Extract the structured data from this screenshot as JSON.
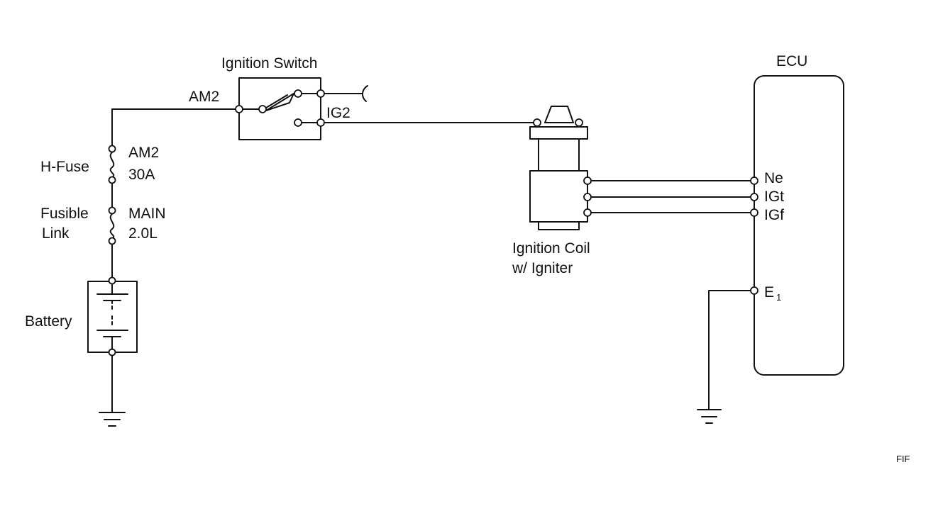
{
  "labels": {
    "ignition_switch": "Ignition Switch",
    "am2_terminal": "AM2",
    "ig2_terminal": "IG2",
    "hfuse": "H-Fuse",
    "am2_fuse_name": "AM2",
    "am2_fuse_rating": "30A",
    "fusible": "Fusible",
    "link": "Link",
    "main_name": "MAIN",
    "main_rating": "2.0L",
    "battery": "Battery",
    "coil_line1": "Ignition Coil",
    "coil_line2": "w/ Igniter",
    "ecu": "ECU",
    "ne": "Ne",
    "igt": "IGt",
    "igf": "IGf",
    "e1_letter": "E",
    "e1_sub": "1",
    "corner_mark": "FIF"
  }
}
